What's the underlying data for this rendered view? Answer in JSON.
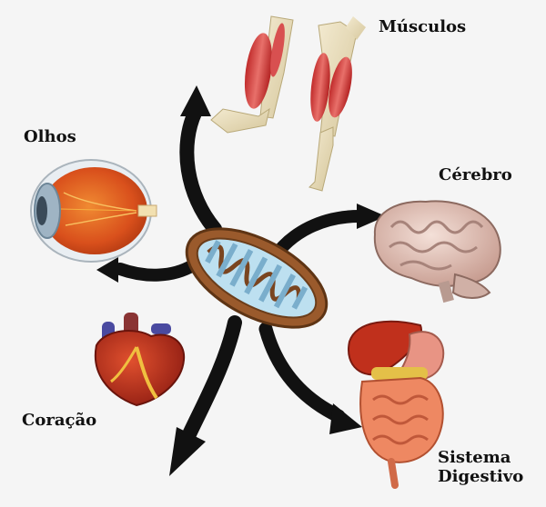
{
  "labels": {
    "musculos": "Músculos",
    "olhos": "Olhos",
    "cerebro": "Cérebro",
    "coracao": "Coração",
    "sistema_line1": "Sistema",
    "sistema_line2": "Digestivo"
  }
}
